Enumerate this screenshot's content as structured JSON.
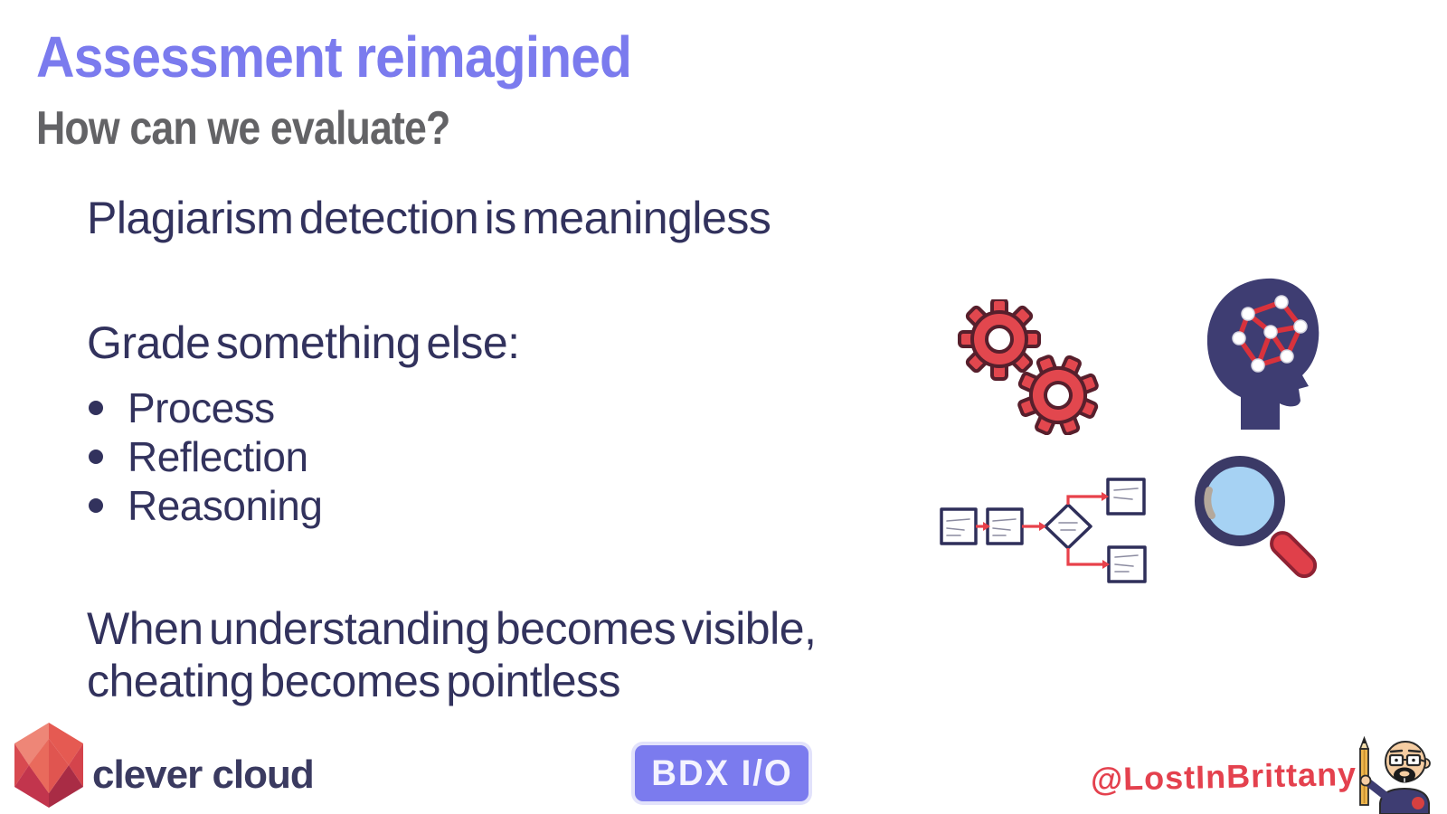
{
  "slide": {
    "title": "Assessment reimagined",
    "subtitle": "How can we evaluate?",
    "body": {
      "statement": "Plagiarism detection is meaningless",
      "grade_heading": "Grade something else:",
      "bullets": [
        "Process",
        "Reflection",
        "Reasoning"
      ],
      "closing_line1": "When understanding becomes visible,",
      "closing_line2": "cheating becomes pointless"
    }
  },
  "footer": {
    "brand": "clever cloud",
    "badge": "BDX I/O",
    "handle": "@LostInBrittany"
  },
  "icons": {
    "gears": "gears-icon",
    "head_network": "head-network-icon",
    "flowchart": "flowchart-icon",
    "magnifier": "magnifying-glass-icon",
    "logo": "clever-cloud-logo-icon",
    "avatar": "speaker-avatar"
  },
  "colors": {
    "title_purple": "#7b7bee",
    "subtitle_gray": "#636366",
    "body_navy": "#32325d",
    "illustration_navy": "#3e3d72",
    "accent_red": "#e0434b",
    "badge_bg": "#7b7bee",
    "handle_red": "#e4414e",
    "lens_blue": "#a6d2f3"
  }
}
